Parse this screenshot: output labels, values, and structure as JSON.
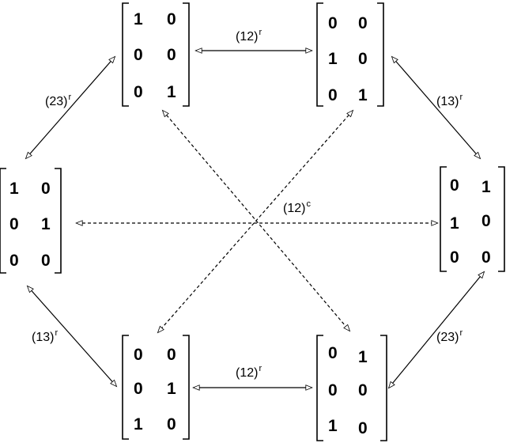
{
  "matrices": [
    {
      "id": "top-left",
      "rows": [
        [
          "1",
          "0"
        ],
        [
          "0",
          "0"
        ],
        [
          "0",
          "1"
        ]
      ]
    },
    {
      "id": "top-right",
      "rows": [
        [
          "0",
          "0"
        ],
        [
          "1",
          "0"
        ],
        [
          "0",
          "1"
        ]
      ]
    },
    {
      "id": "mid-left",
      "rows": [
        [
          "1",
          "0"
        ],
        [
          "0",
          "1"
        ],
        [
          "0",
          "0"
        ]
      ]
    },
    {
      "id": "mid-right",
      "rows": [
        [
          "0",
          "1"
        ],
        [
          "1",
          "0"
        ],
        [
          "0",
          "0"
        ]
      ]
    },
    {
      "id": "bottom-left",
      "rows": [
        [
          "0",
          "0"
        ],
        [
          "0",
          "1"
        ],
        [
          "1",
          "0"
        ]
      ]
    },
    {
      "id": "bottom-right",
      "rows": [
        [
          "0",
          "1"
        ],
        [
          "0",
          "0"
        ],
        [
          "1",
          "0"
        ]
      ]
    }
  ],
  "edges": [
    {
      "id": "top",
      "base": "(12)",
      "sup": "r",
      "style": "solid"
    },
    {
      "id": "upper-left",
      "base": "(23)",
      "sup": "r",
      "style": "solid"
    },
    {
      "id": "upper-right",
      "base": "(13)",
      "sup": "r",
      "style": "solid"
    },
    {
      "id": "lower-left",
      "base": "(13)",
      "sup": "r",
      "style": "solid"
    },
    {
      "id": "lower-right",
      "base": "(23)",
      "sup": "r",
      "style": "solid"
    },
    {
      "id": "bottom",
      "base": "(12)",
      "sup": "r",
      "style": "solid"
    },
    {
      "id": "center",
      "base": "(12)",
      "sup": "c",
      "style": "dashed"
    }
  ]
}
